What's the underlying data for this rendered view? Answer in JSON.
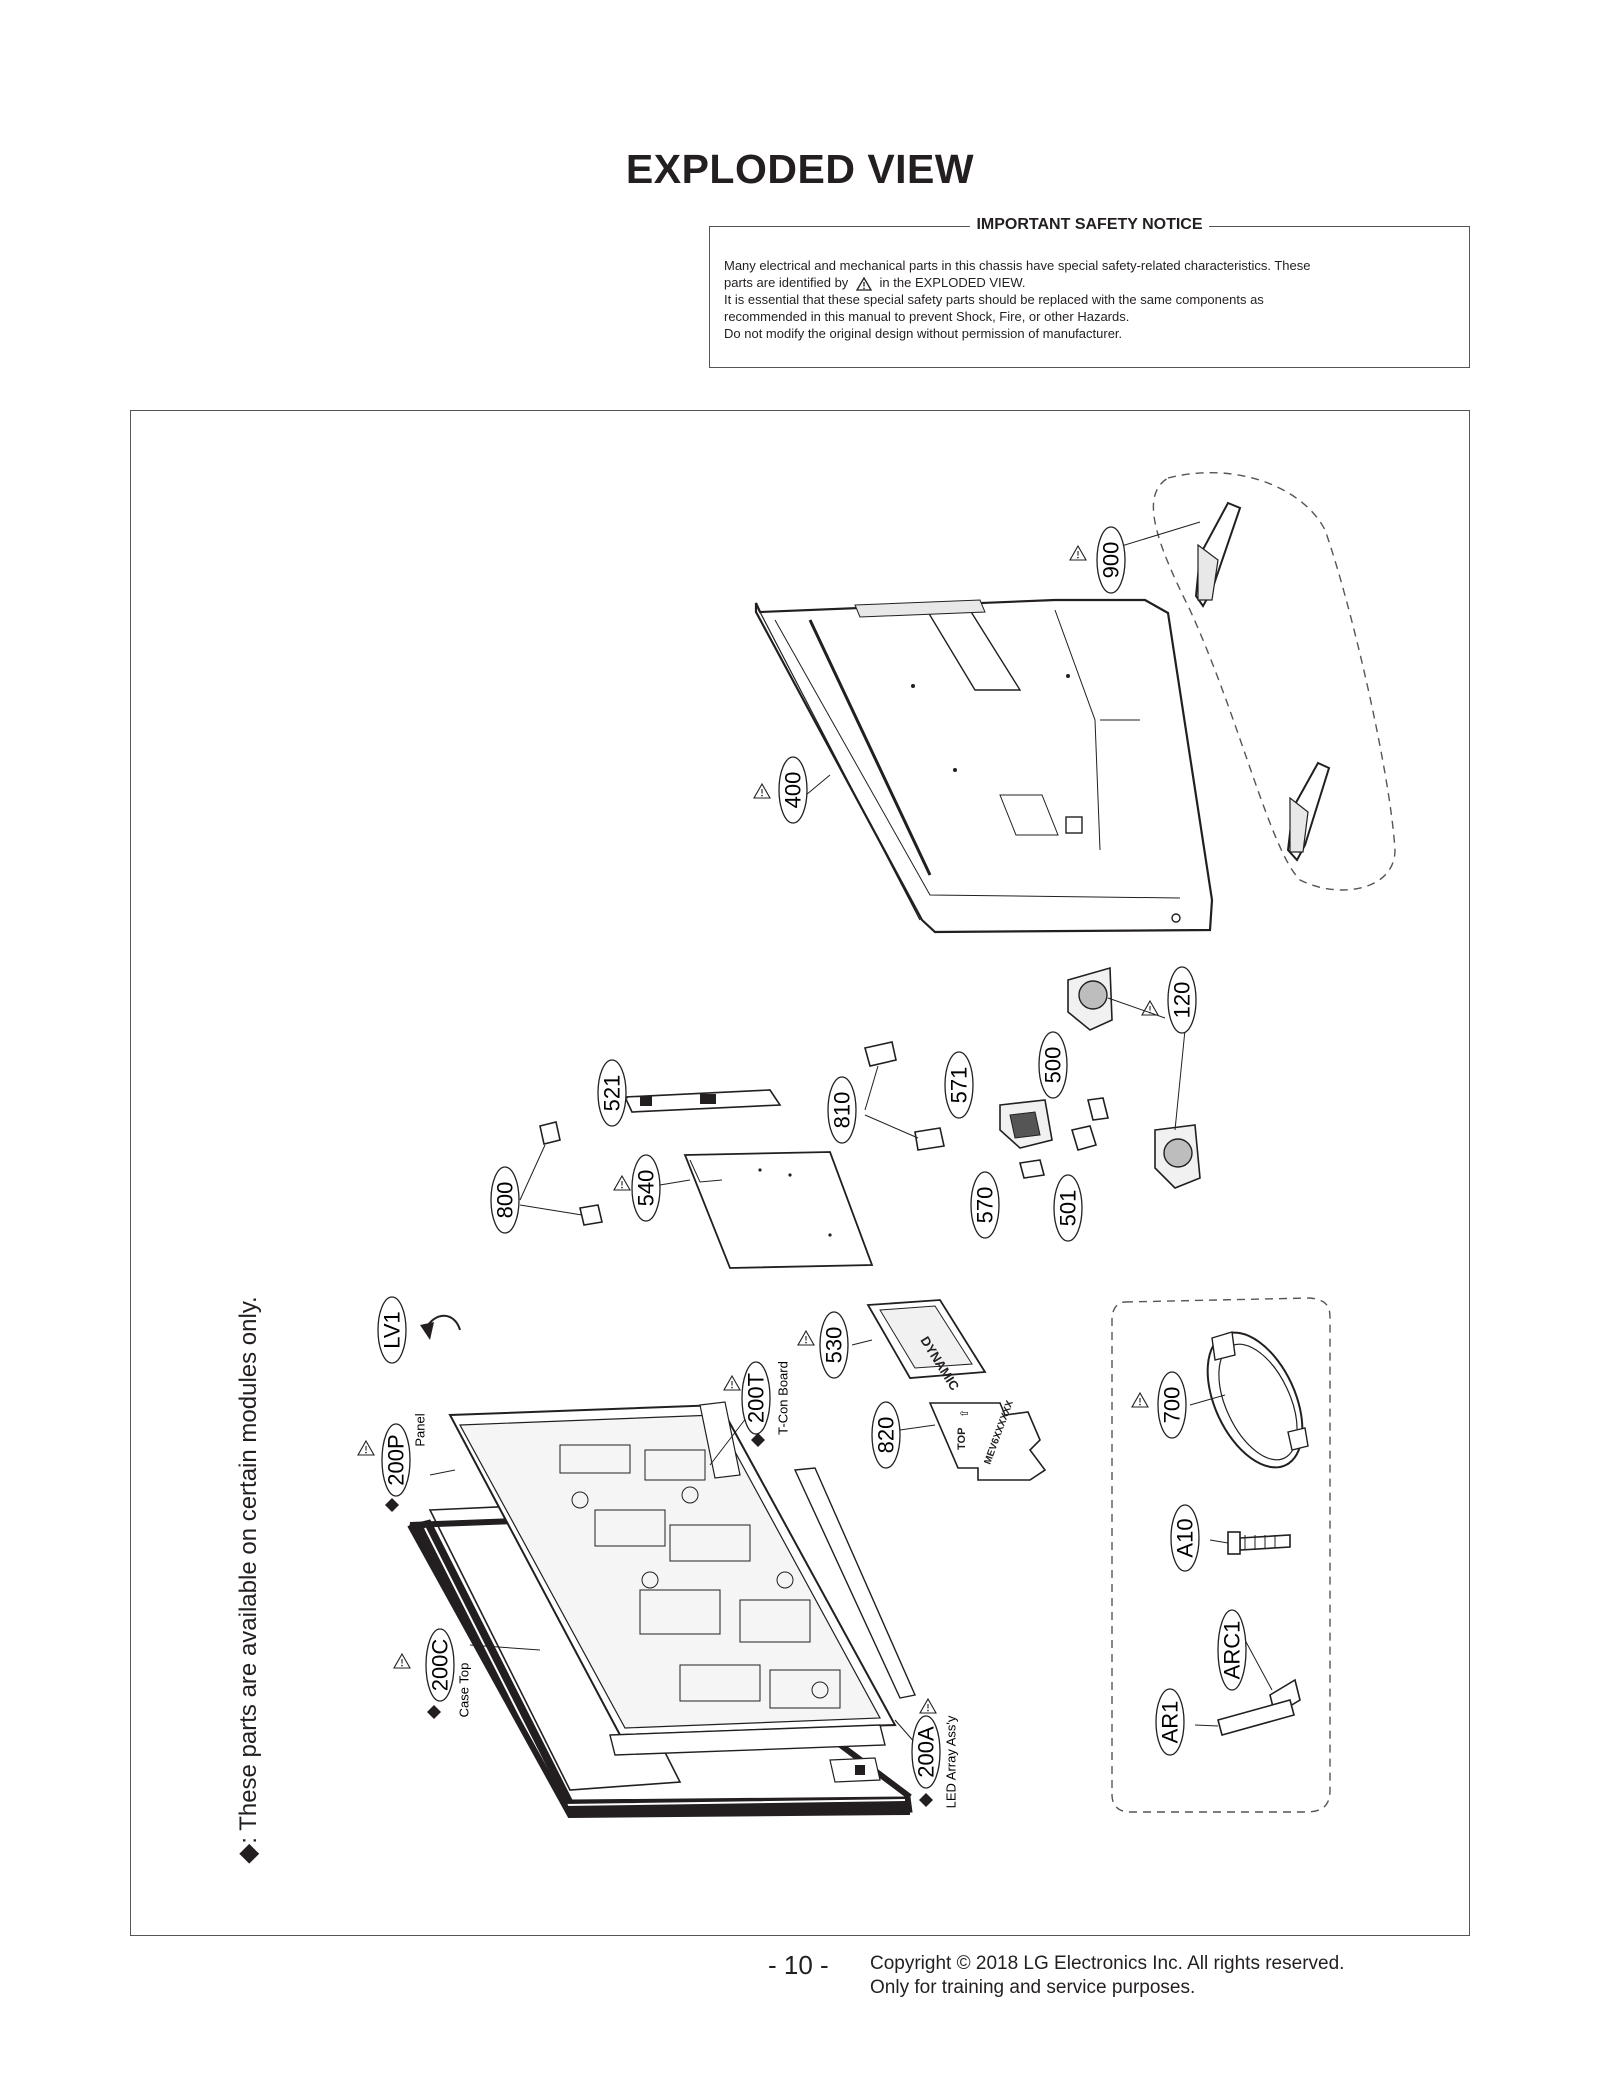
{
  "page": {
    "title": "EXPLODED VIEW",
    "page_number": "- 10 -",
    "copyright_line1": "Copyright © 2018 LG Electronics Inc. All rights reserved.",
    "copyright_line2": "Only for training and service purposes."
  },
  "notice": {
    "title": "IMPORTANT SAFETY NOTICE",
    "line1": "Many electrical and mechanical parts in this chassis have special safety-related characteristics. These",
    "line2_pre": "parts are identified by",
    "line2_post": "in the EXPLODED VIEW.",
    "line3": "It is essential that these special safety parts should be replaced with the same components as",
    "line4": "recommended in this manual to prevent Shock, Fire, or other Hazards.",
    "line5": "Do not modify the original design without permission of manufacturer."
  },
  "side_note": ": These parts are available on certain modules only.",
  "parts": {
    "p900": "900",
    "p400": "400",
    "p120": "120",
    "p521": "521",
    "p810": "810",
    "p571": "571",
    "p500": "500",
    "p800": "800",
    "p540": "540",
    "p570": "570",
    "p501": "501",
    "pLV1": "LV1",
    "p530": "530",
    "p200T": "200T",
    "p200T_desc": "T-Con Board",
    "p820": "820",
    "p700": "700",
    "p200P": "200P",
    "p200P_desc": "Panel",
    "pA10": "A10",
    "p200C": "200C",
    "p200C_desc": "Case Top",
    "pARC1": "ARC1",
    "pAR1": "AR1",
    "p200A": "200A",
    "p200A_desc": "LED Array Ass'y"
  },
  "product_marks": {
    "top_label": "TOP",
    "arrow": "⇧",
    "code": "MEV6XXXXXX"
  }
}
